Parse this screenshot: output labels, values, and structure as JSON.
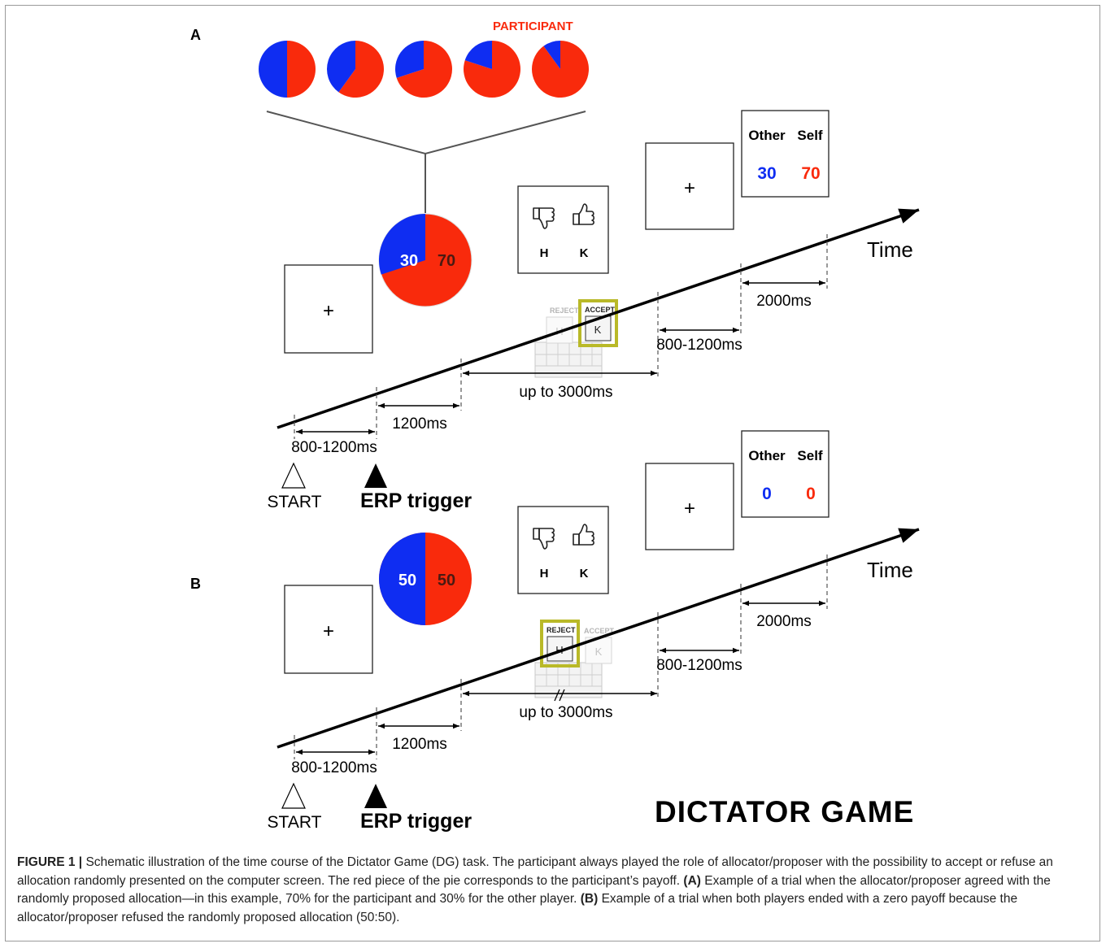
{
  "panel_a": {
    "label": "A",
    "header": "PARTICIPANT",
    "pie_values": {
      "other": "30",
      "self": "70"
    },
    "payoff": {
      "other_label": "Other",
      "self_label": "Self",
      "other_value": "30",
      "self_value": "70"
    },
    "selected_key": "accept"
  },
  "panel_b": {
    "label": "B",
    "pie_values": {
      "other": "50",
      "self": "50"
    },
    "payoff": {
      "other_label": "Other",
      "self_label": "Self",
      "other_value": "0",
      "self_value": "0"
    },
    "selected_key": "reject"
  },
  "pie_row_red_shares": [
    0.5,
    0.6,
    0.7,
    0.8,
    0.9
  ],
  "shared": {
    "fixation": "+",
    "time_label": "Time",
    "start_label": "START",
    "trigger_label": "ERP trigger",
    "key_h": "H",
    "key_k": "K",
    "reject_label": "REJECT",
    "accept_label": "ACCEPT",
    "durations": {
      "iti": "800-1200ms",
      "offer": "1200ms",
      "response": "up to 3000ms",
      "delay": "800-1200ms",
      "feedback": "2000ms"
    }
  },
  "game_title": "DICTATOR GAME",
  "colors": {
    "other": "#0f2df2",
    "self": "#f92a0c",
    "highlight": "#b9b928"
  },
  "caption": {
    "figure_label": "FIGURE 1 |",
    "intro": " Schematic illustration of the time course of the Dictator Game (DG) task. The participant always played the role of allocator/proposer with the possibility to accept or refuse an allocation randomly presented on the computer screen. The red piece of the pie corresponds to the participant’s payoff. ",
    "a_tag": "(A)",
    "a_text": " Example of a trial when the allocator/proposer agreed with the randomly proposed allocation—in this example, 70% for the participant and 30% for the other player. ",
    "b_tag": "(B)",
    "b_text": " Example of a trial when both players ended with a zero payoff because the allocator/proposer refused the randomly proposed allocation (50:50)."
  }
}
